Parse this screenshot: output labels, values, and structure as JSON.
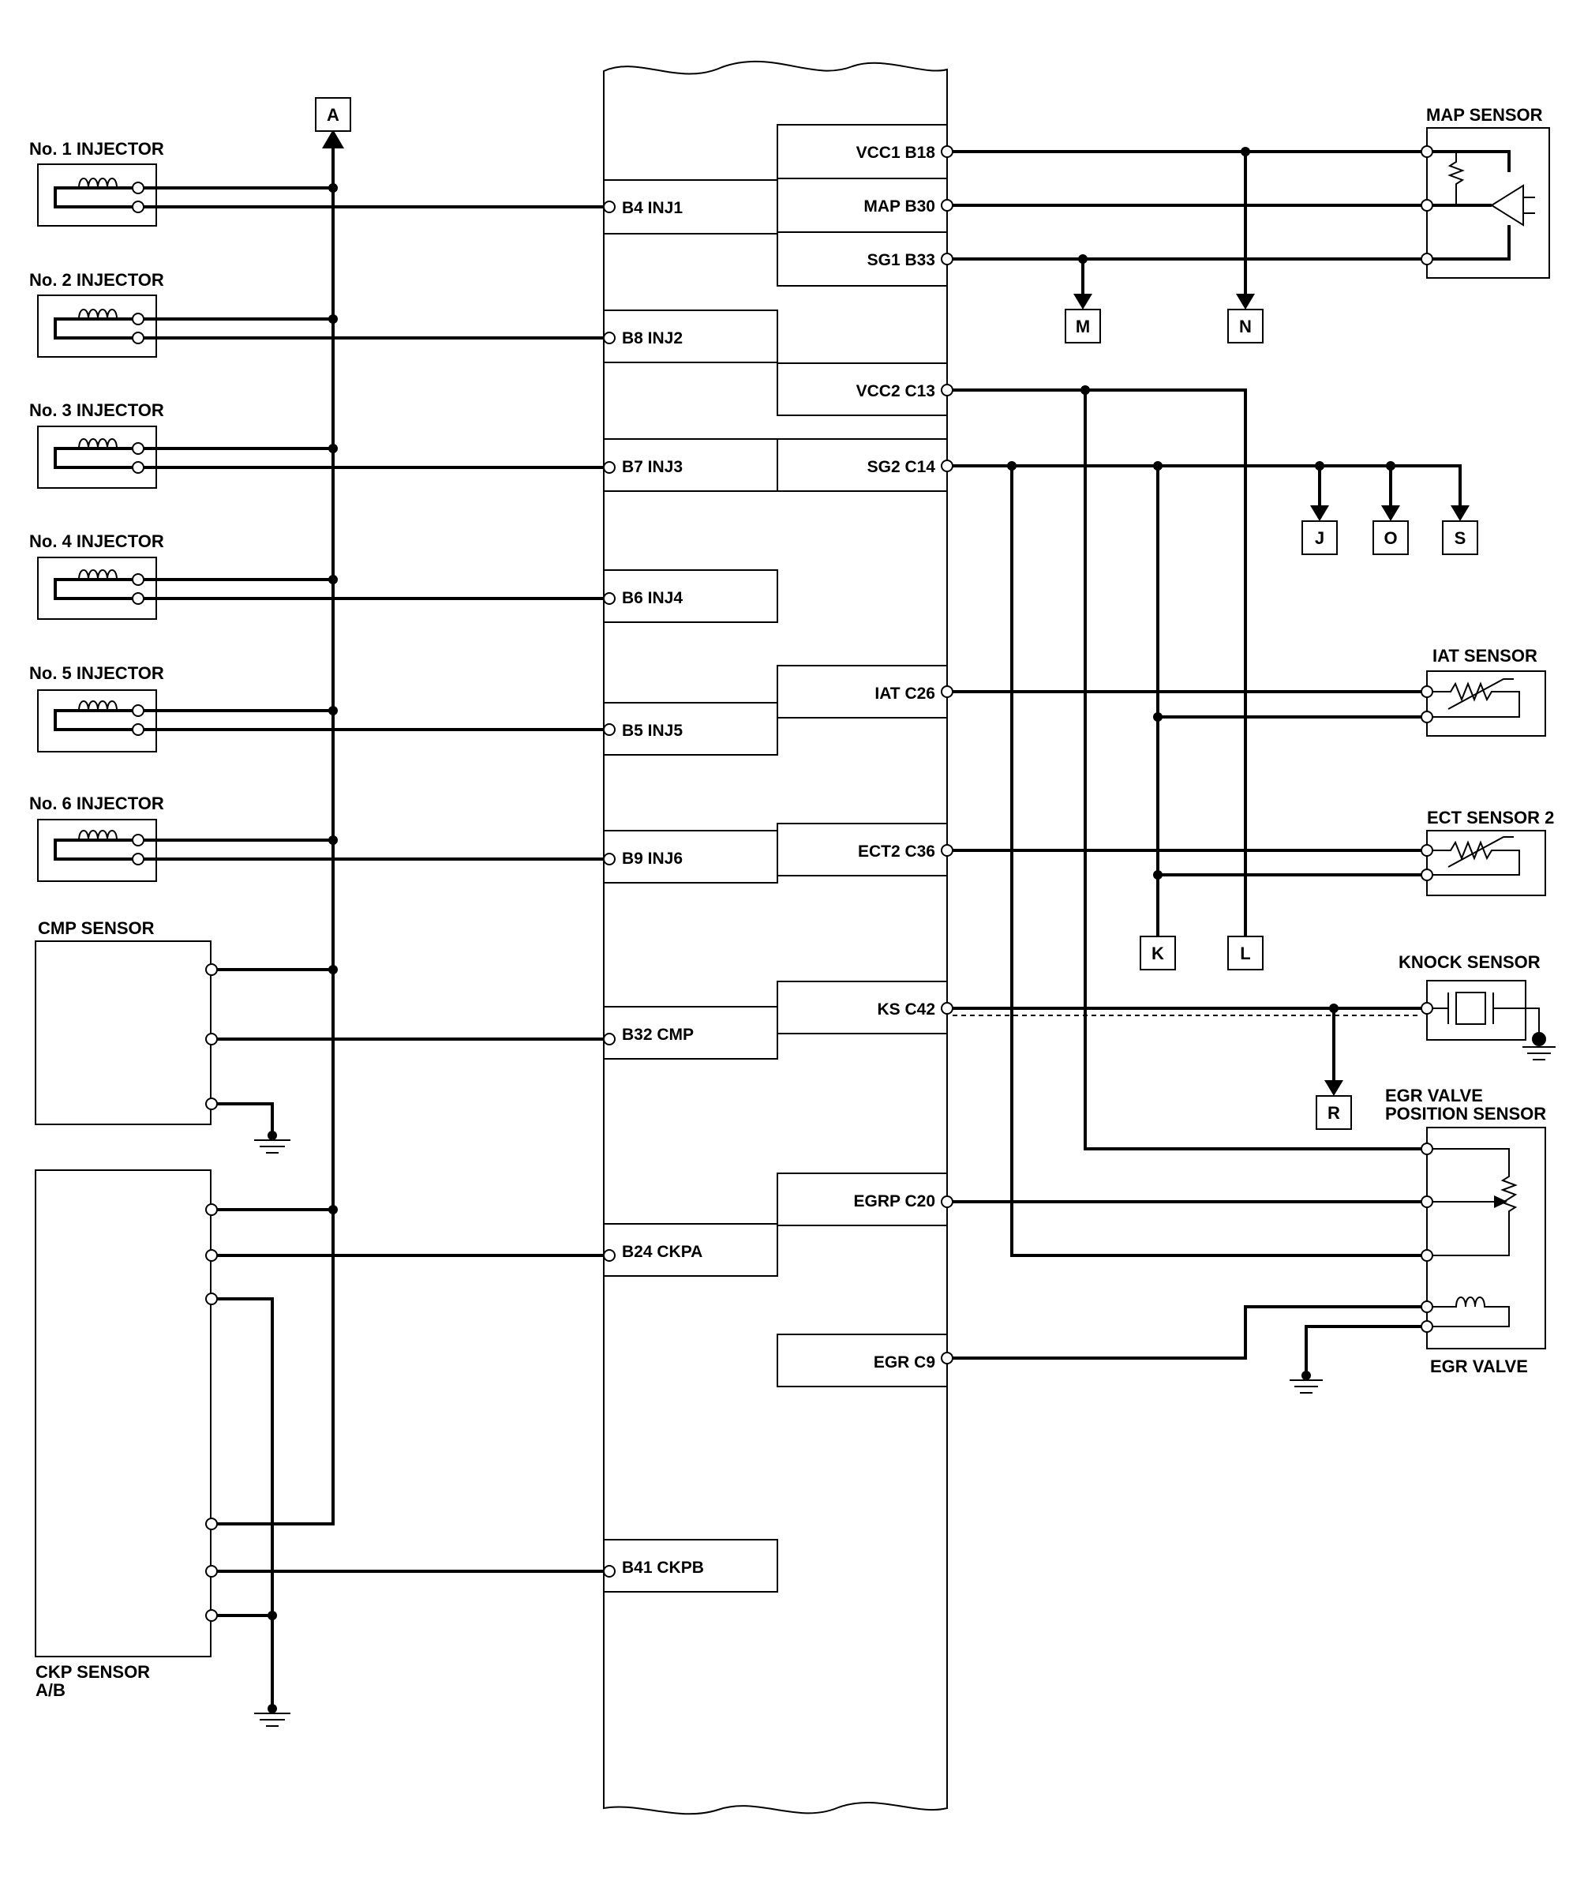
{
  "components": {
    "injector1": "No. 1 INJECTOR",
    "injector2": "No. 2 INJECTOR",
    "injector3": "No. 3 INJECTOR",
    "injector4": "No. 4 INJECTOR",
    "injector5": "No. 5 INJECTOR",
    "injector6": "No. 6 INJECTOR",
    "cmp_sensor": "CMP SENSOR",
    "ckp_sensor_line1": "CKP SENSOR",
    "ckp_sensor_line2": "A/B",
    "map_sensor": "MAP SENSOR",
    "iat_sensor": "IAT SENSOR",
    "ect_sensor2": "ECT SENSOR 2",
    "knock_sensor": "KNOCK SENSOR",
    "egr_pos_line1": "EGR VALVE",
    "egr_pos_line2": "POSITION SENSOR",
    "egr_valve": "EGR VALVE"
  },
  "ecm_pins_left": {
    "inj1": "B4 INJ1",
    "inj2": "B8 INJ2",
    "inj3": "B7 INJ3",
    "inj4": "B6 INJ4",
    "inj5": "B5 INJ5",
    "inj6": "B9 INJ6",
    "cmp": "B32 CMP",
    "ckpa": "B24 CKPA",
    "ckpb": "B41 CKPB"
  },
  "ecm_pins_right": {
    "vcc1": "VCC1 B18",
    "map": "MAP B30",
    "sg1": "SG1 B33",
    "vcc2": "VCC2 C13",
    "sg2": "SG2 C14",
    "iat": "IAT C26",
    "ect2": "ECT2 C36",
    "ks": "KS C42",
    "egrp": "EGRP C20",
    "egr": "EGR C9"
  },
  "connectors": {
    "a": "A",
    "m": "M",
    "n": "N",
    "j": "J",
    "o": "O",
    "s": "S",
    "k": "K",
    "l": "L",
    "r": "R"
  }
}
